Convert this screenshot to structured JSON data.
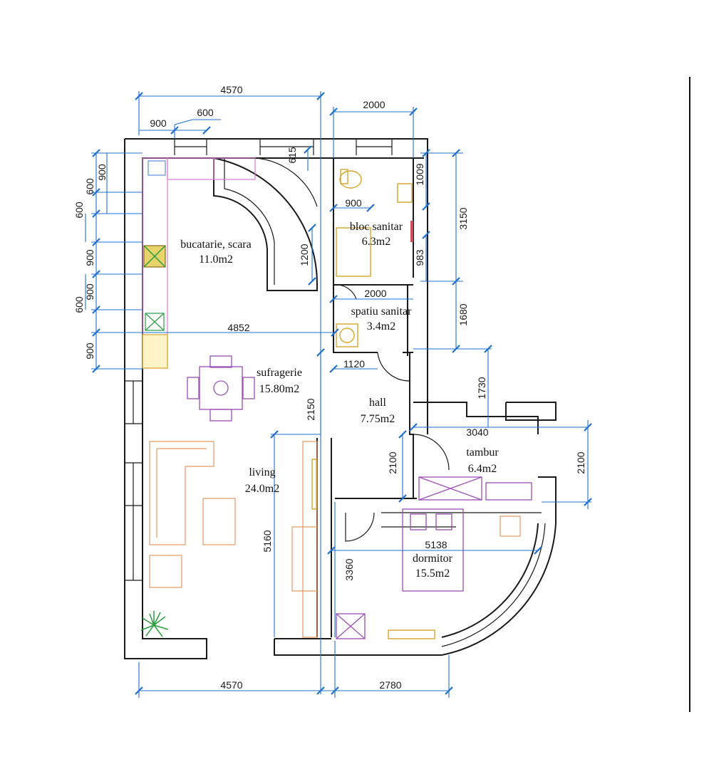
{
  "rooms": {
    "kitchen": {
      "name": "bucatarie, scara",
      "area": "11.0m2"
    },
    "bathroom": {
      "name": "bloc sanitar",
      "area": "6.3m2"
    },
    "sanitary": {
      "name": "spatiu sanitar",
      "area": "3.4m2"
    },
    "dining": {
      "name": "sufragerie",
      "area": "15.80m2"
    },
    "hall": {
      "name": "hall",
      "area": "7.75m2"
    },
    "tambur": {
      "name": "tambur",
      "area": "6.4m2"
    },
    "living": {
      "name": "living",
      "area": "24.0m2"
    },
    "bedroom": {
      "name": "dormitor",
      "area": "15.5m2"
    }
  },
  "dimensions": {
    "top_total": "4570",
    "top_900": "900",
    "top_600": "600",
    "top_2000": "2000",
    "v615": "615",
    "v1009": "1009",
    "v3150": "3150",
    "v900_bath": "900",
    "v1200": "1200",
    "v983": "983",
    "v2000_mid": "2000",
    "v1680": "1680",
    "v4852": "4852",
    "v1120": "1120",
    "v2150": "2150",
    "v1730": "1730",
    "v3040": "3040",
    "v2100_left": "2100",
    "v2100_right": "2100",
    "v5160": "5160",
    "v5138": "5138",
    "v3360": "3360",
    "bottom_4570": "4570",
    "bottom_2780": "2780",
    "left_900a": "900",
    "left_600a": "600",
    "left_600b": "600",
    "left_900b": "900",
    "left_900c": "900",
    "left_600c": "600",
    "left_900d": "900"
  },
  "colors": {
    "dimension_line": "#1f6fd1",
    "wall": "#1a1a1a",
    "kitchen_furniture": "#d97ad0",
    "living_furniture": "#e39a62",
    "bedroom_furniture": "#9c4fb3"
  }
}
